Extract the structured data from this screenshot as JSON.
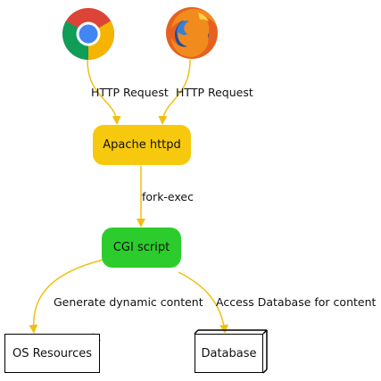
{
  "colors": {
    "apache_fill": "#f7c90e",
    "cgi_fill": "#2ccc2c",
    "edge": "#f0bf10"
  },
  "browsers": [
    {
      "icon": "chrome-icon"
    },
    {
      "icon": "firefox-icon"
    }
  ],
  "edges": {
    "chrome_to_apache": "HTTP Request",
    "firefox_to_apache": "HTTP Request",
    "apache_to_cgi": "fork-exec",
    "cgi_to_os": "Generate dynamic content",
    "cgi_to_db": "Access Database for content"
  },
  "nodes": {
    "apache": "Apache httpd",
    "cgi": "CGI script",
    "os_resources": "OS Resources",
    "database": "Database"
  }
}
